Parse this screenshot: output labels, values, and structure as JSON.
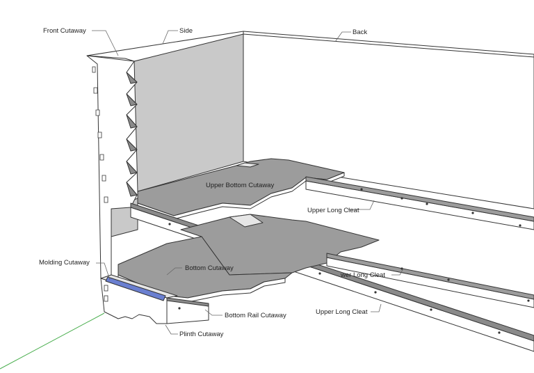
{
  "labels": {
    "front_cutaway": "Front Cutaway",
    "side": "Side",
    "back": "Back",
    "upper_bottom_cutaway": "Upper Bottom Cutaway",
    "upper_long_cleat_top": "Upper Long Cleat",
    "molding_cutaway": "Molding Cutaway",
    "bottom_cutaway": "Bottom Cutaway",
    "lower_long_cleat": "wer Long Cleat",
    "upper_long_cleat_bottom": "Upper Long Cleat",
    "bottom_rail_cutaway": "Bottom Rail Cutaway",
    "plinth_cutaway": "Plinth Cutaway"
  },
  "colors": {
    "background": "#ffffff",
    "face_white": "#ffffff",
    "face_light": "#e6e6e6",
    "face_mid": "#c9c9c9",
    "face_dark": "#9c9c9c",
    "face_darker": "#8a8a8a",
    "outline": "#333333",
    "axis_green": "#4caf50",
    "molding_highlight": "#6a7fd0"
  }
}
